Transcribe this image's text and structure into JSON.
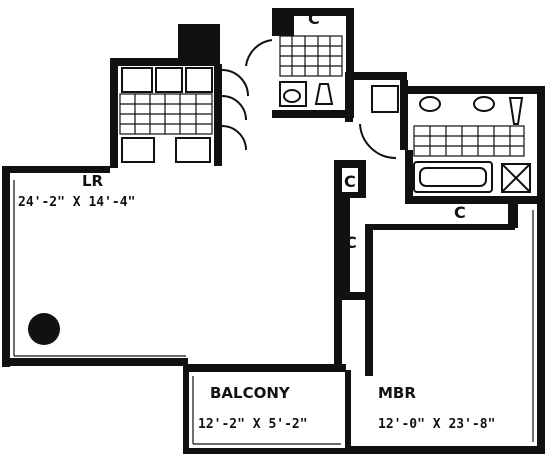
{
  "rooms": {
    "living_room": {
      "name": "LR",
      "dimensions": "24'-2\" X 14'-4\""
    },
    "balcony": {
      "name": "BALCONY",
      "dimensions": "12'-2\" X 5'-2\""
    },
    "master_bedroom": {
      "name": "MBR",
      "dimensions": "12'-0\" X 23'-8\""
    }
  },
  "closets": {
    "label_top": "C",
    "label_hall_small": "C",
    "label_hall": "C",
    "label_bedroom": "C"
  }
}
